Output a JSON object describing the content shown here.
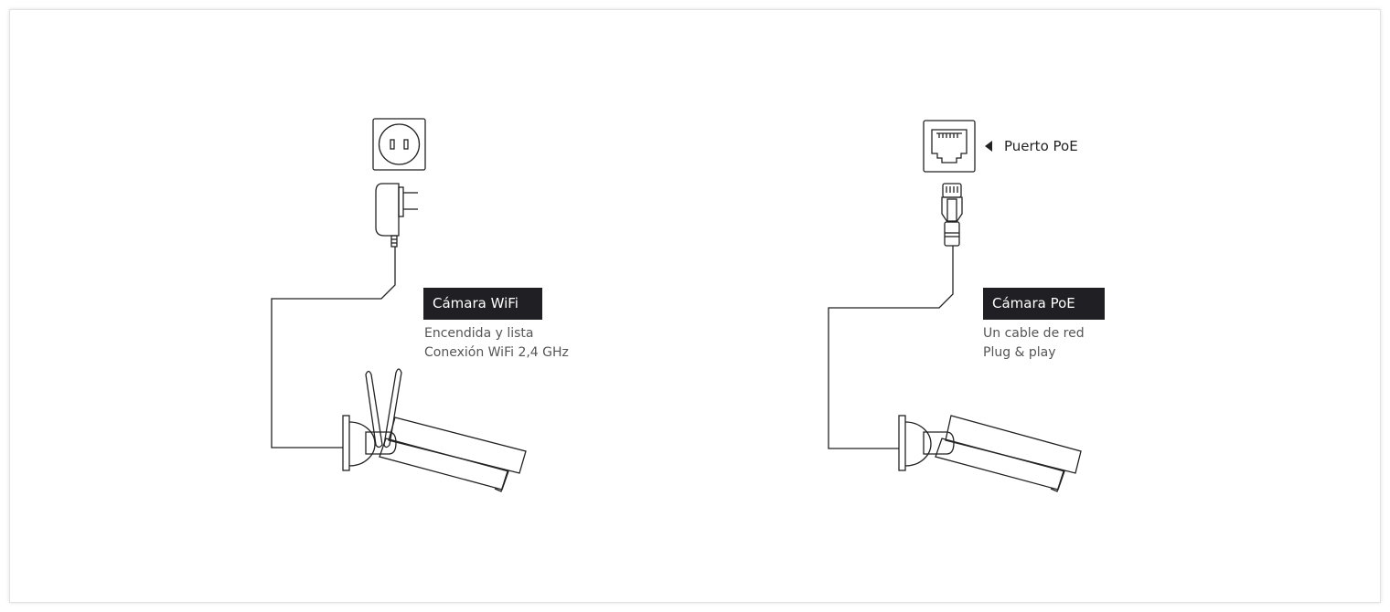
{
  "wifi": {
    "title": "Cámara WiFi",
    "lines": [
      "Encendida y lista",
      "Conexión WiFi 2,4 GHz"
    ]
  },
  "poe": {
    "title": "Cámara PoE",
    "lines": [
      "Un cable de red",
      "Plug & play"
    ],
    "port_label": "Puerto PoE"
  },
  "colors": {
    "line": "#222222",
    "tag_bg": "#1f1f24"
  }
}
